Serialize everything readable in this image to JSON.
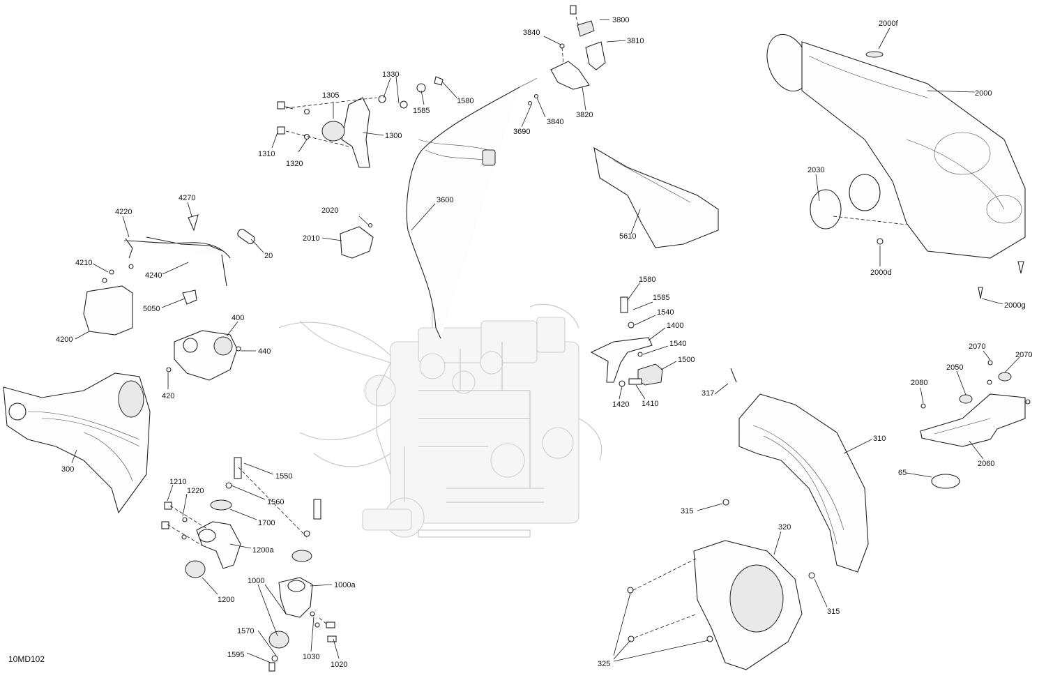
{
  "drawing_ref": "10MD102",
  "callouts": [
    {
      "id": "3800",
      "text": "3800"
    },
    {
      "id": "3810",
      "text": "3810"
    },
    {
      "id": "3840a",
      "text": "3840"
    },
    {
      "id": "3840b",
      "text": "3840"
    },
    {
      "id": "3820",
      "text": "3820"
    },
    {
      "id": "3690",
      "text": "3690"
    },
    {
      "id": "1330",
      "text": "1330"
    },
    {
      "id": "1305",
      "text": "1305"
    },
    {
      "id": "1580a",
      "text": "1580"
    },
    {
      "id": "1585a",
      "text": "1585"
    },
    {
      "id": "1300",
      "text": "1300"
    },
    {
      "id": "1310",
      "text": "1310"
    },
    {
      "id": "1320",
      "text": "1320"
    },
    {
      "id": "2000f",
      "text": "2000f"
    },
    {
      "id": "2000",
      "text": "2000"
    },
    {
      "id": "2030",
      "text": "2030"
    },
    {
      "id": "2000d",
      "text": "2000d"
    },
    {
      "id": "2000g",
      "text": "2000g"
    },
    {
      "id": "3600",
      "text": "3600"
    },
    {
      "id": "2020",
      "text": "2020"
    },
    {
      "id": "2010",
      "text": "2010"
    },
    {
      "id": "4270",
      "text": "4270"
    },
    {
      "id": "4220",
      "text": "4220"
    },
    {
      "id": "4210",
      "text": "4210"
    },
    {
      "id": "4240",
      "text": "4240"
    },
    {
      "id": "20",
      "text": "20"
    },
    {
      "id": "5050",
      "text": "5050"
    },
    {
      "id": "4200",
      "text": "4200"
    },
    {
      "id": "5610",
      "text": "5610"
    },
    {
      "id": "400",
      "text": "400"
    },
    {
      "id": "440",
      "text": "440"
    },
    {
      "id": "420",
      "text": "420"
    },
    {
      "id": "1580b",
      "text": "1580"
    },
    {
      "id": "1585b",
      "text": "1585"
    },
    {
      "id": "1540a",
      "text": "1540"
    },
    {
      "id": "1400",
      "text": "1400"
    },
    {
      "id": "1540b",
      "text": "1540"
    },
    {
      "id": "1500",
      "text": "1500"
    },
    {
      "id": "1420",
      "text": "1420"
    },
    {
      "id": "1410",
      "text": "1410"
    },
    {
      "id": "2070a",
      "text": "2070"
    },
    {
      "id": "2070b",
      "text": "2070"
    },
    {
      "id": "2050",
      "text": "2050"
    },
    {
      "id": "2080",
      "text": "2080"
    },
    {
      "id": "2060",
      "text": "2060"
    },
    {
      "id": "317",
      "text": "317"
    },
    {
      "id": "310",
      "text": "310"
    },
    {
      "id": "65",
      "text": "65"
    },
    {
      "id": "300",
      "text": "300"
    },
    {
      "id": "1550",
      "text": "1550"
    },
    {
      "id": "1560",
      "text": "1560"
    },
    {
      "id": "1700",
      "text": "1700"
    },
    {
      "id": "1210",
      "text": "1210"
    },
    {
      "id": "1220",
      "text": "1220"
    },
    {
      "id": "1200a",
      "text": "1200a"
    },
    {
      "id": "1200",
      "text": "1200"
    },
    {
      "id": "1000",
      "text": "1000"
    },
    {
      "id": "1000a",
      "text": "1000a"
    },
    {
      "id": "1570",
      "text": "1570"
    },
    {
      "id": "1595",
      "text": "1595"
    },
    {
      "id": "1030",
      "text": "1030"
    },
    {
      "id": "1020",
      "text": "1020"
    },
    {
      "id": "315a",
      "text": "315"
    },
    {
      "id": "315b",
      "text": "315"
    },
    {
      "id": "320",
      "text": "320"
    },
    {
      "id": "325",
      "text": "325"
    }
  ]
}
